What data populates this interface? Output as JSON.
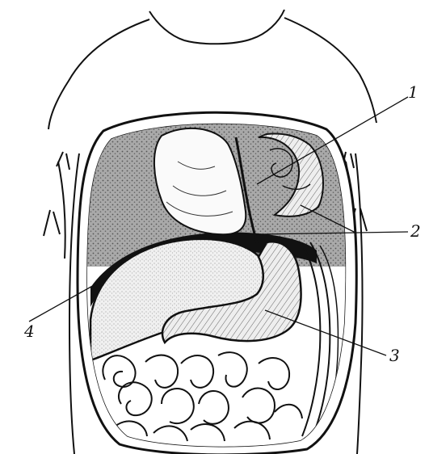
{
  "labels": {
    "one": "1",
    "two": "2",
    "three": "3",
    "four": "4"
  },
  "colors": {
    "ink": "#111111",
    "background": "#ffffff",
    "stipple_fill": "#9a9a9a",
    "organ_fill": "#e4e4e4"
  }
}
